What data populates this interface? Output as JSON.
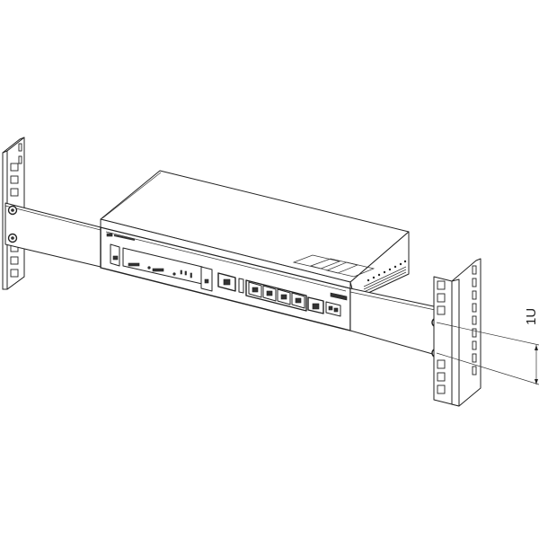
{
  "diagram": {
    "type": "technical-line-drawing",
    "subject": "Network router/switch mounted in 19-inch rack with mounting brackets",
    "dimension": {
      "label": "1U",
      "orientation": "vertical",
      "meaning": "one rack unit height"
    },
    "components": [
      {
        "id": "left-rack-post",
        "label": "Left rack post"
      },
      {
        "id": "right-rack-post",
        "label": "Right rack post"
      },
      {
        "id": "left-mounting-bracket",
        "label": "Left mounting bracket"
      },
      {
        "id": "right-mounting-bracket",
        "label": "Right mounting bracket"
      },
      {
        "id": "device-chassis",
        "label": "Device chassis"
      },
      {
        "id": "front-panel",
        "label": "Front panel with ports and LEDs"
      },
      {
        "id": "ethernet-ports",
        "count": 6
      },
      {
        "id": "sfp-port",
        "count": 1
      },
      {
        "id": "mounting-screws",
        "count": 4
      }
    ],
    "colors": {
      "line": "#222222",
      "background": "#ffffff"
    }
  }
}
